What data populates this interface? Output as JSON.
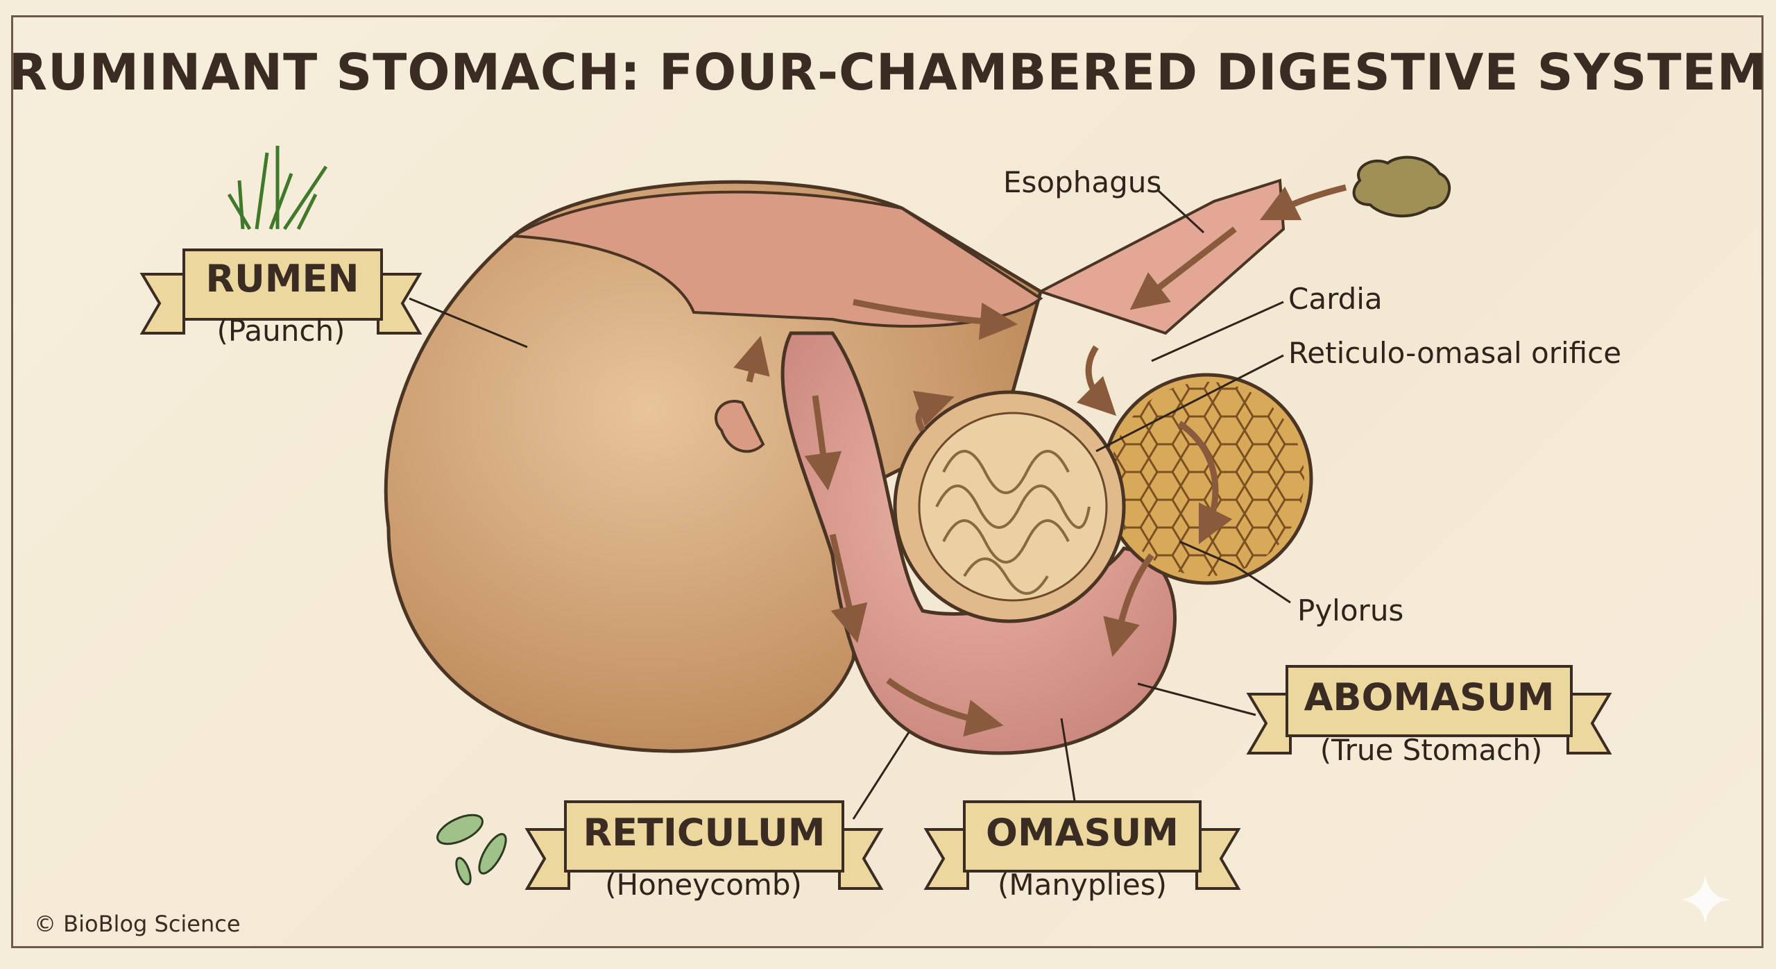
{
  "title": "RUMINANT STOMACH: FOUR-CHAMBERED DIGESTIVE SYSTEM",
  "chambers": [
    {
      "name": "RUMEN",
      "subtitle": "(Paunch)"
    },
    {
      "name": "RETICULUM",
      "subtitle": "(Honeycomb)"
    },
    {
      "name": "OMASUM",
      "subtitle": "(Manyplies)"
    },
    {
      "name": "ABOMASUM",
      "subtitle": "(True Stomach)"
    }
  ],
  "labels": {
    "esophagus": "Esophagus",
    "cardia": "Cardia",
    "reticulo_omasal": "Reticulo-omasal orifice",
    "pylorus": "Pylorus"
  },
  "copyright": "© BioBlog Science",
  "colors": {
    "background": "#f5ecd9",
    "banner": "#ecd79f",
    "rumen": "#d9aa7a",
    "abomasum": "#e0a294",
    "reticulum": "#d9a95a",
    "arrow": "#8a5a3c"
  }
}
